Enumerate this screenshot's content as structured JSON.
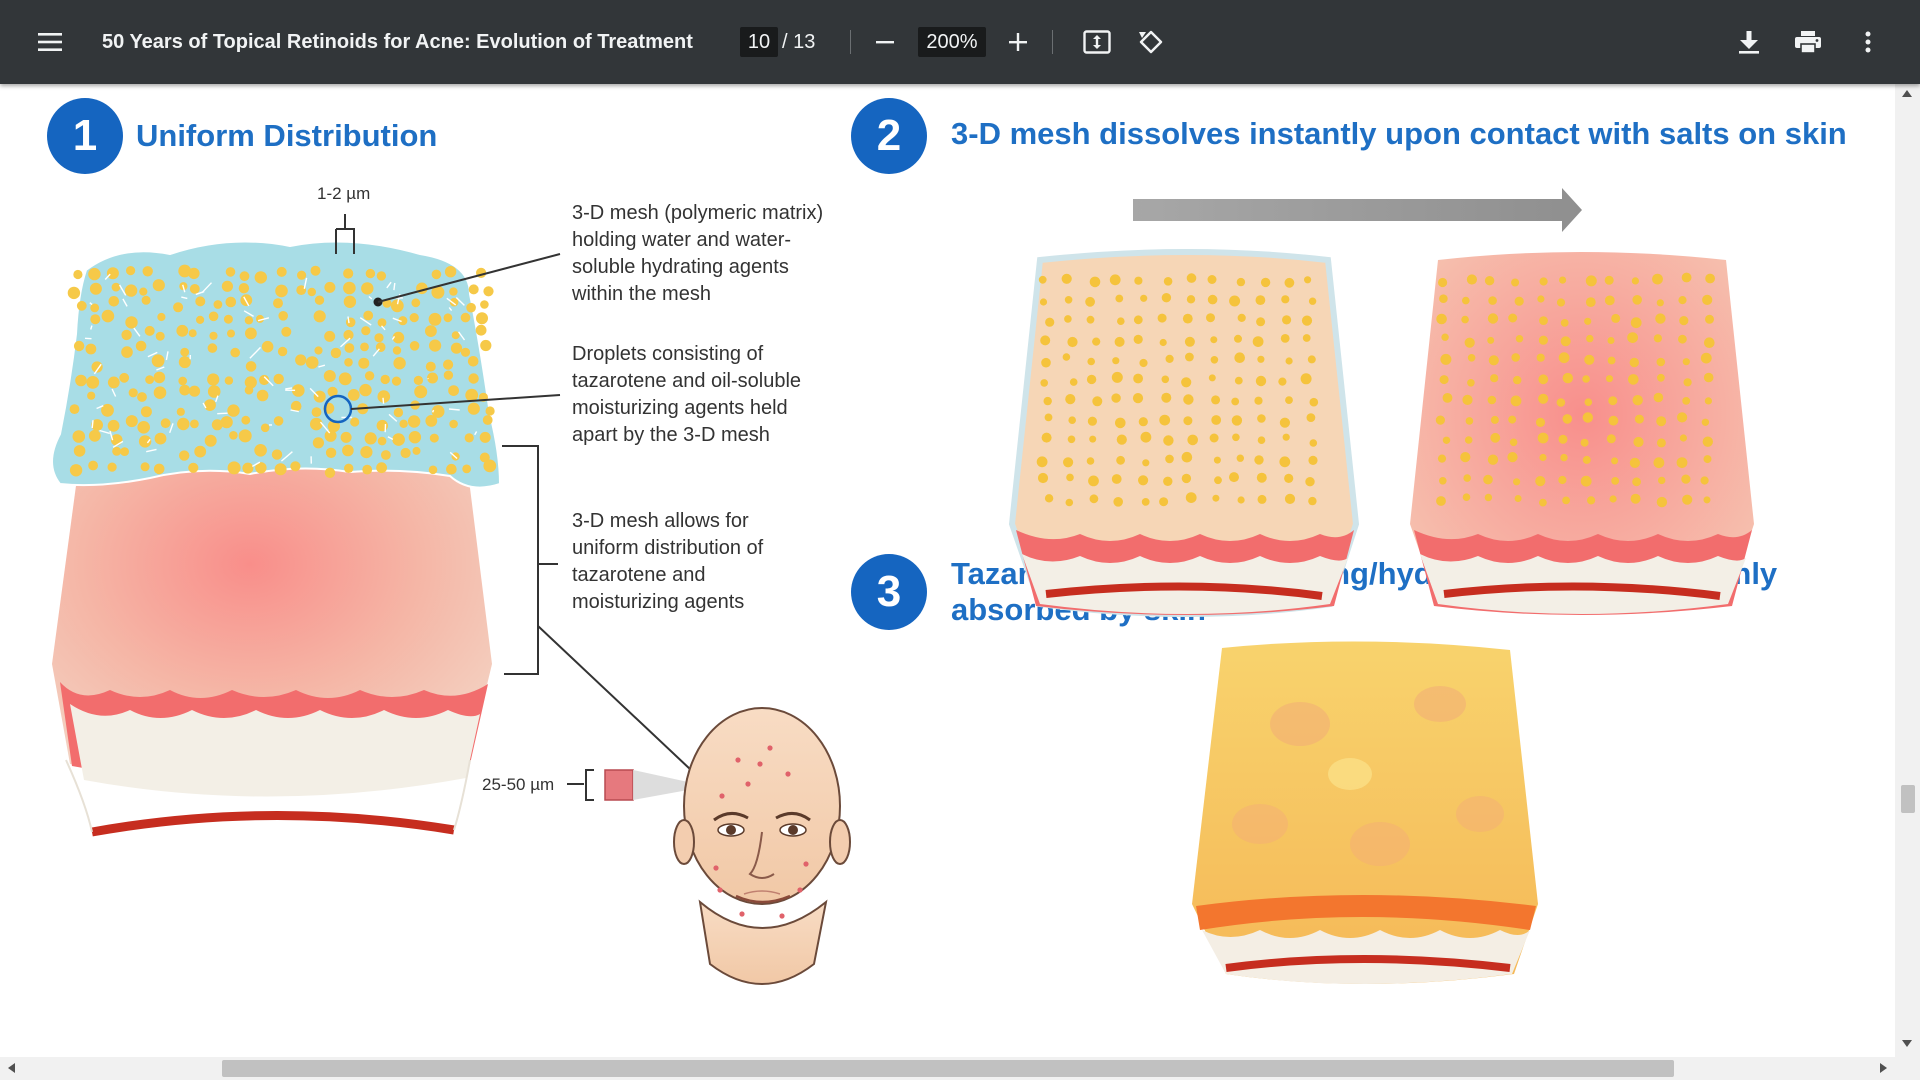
{
  "toolbar": {
    "menu_icon": "hamburger-menu-icon",
    "title": "50 Years of Topical Retinoids for Acne: Evolution of Treatment",
    "current_page": "10",
    "total_pages": "/ 13",
    "zoom": "200%",
    "zoom_out_icon": "minus-icon",
    "zoom_in_icon": "plus-icon",
    "fit_icon": "fit-to-page-icon",
    "rotate_icon": "rotate-icon",
    "download_icon": "download-icon",
    "print_icon": "print-icon",
    "more_icon": "more-vertical-icon"
  },
  "figure": {
    "step1": {
      "number": "1",
      "title": "Uniform Distribution"
    },
    "step2": {
      "number": "2",
      "title": "3-D mesh dissolves instantly upon contact with salts on skin"
    },
    "step3": {
      "number": "3",
      "title_line1": "Tazarotene and moisturizing/hydrating agents uniformly",
      "title_line2": "absorbed by skin"
    },
    "scale_top": "1-2 µm",
    "scale_bottom": "25-50 µm",
    "label_mesh": [
      "3-D mesh (polymeric matrix)",
      "holding water and water-",
      "soluble hydrating agents",
      "within the mesh"
    ],
    "label_droplets": [
      "Droplets consisting of",
      "tazarotene and oil-soluble",
      "moisturizing agents held",
      "apart by the 3-D mesh"
    ],
    "label_distribution": [
      "3-D mesh allows for",
      "uniform distribution of",
      "tazarotene and",
      "moisturizing agents"
    ]
  },
  "colors": {
    "toolbar_bg": "#323639",
    "step_blue": "#1565c0",
    "title_blue": "#1e6fc4",
    "mesh_blue": "#a8dde6",
    "droplet_yellow": "#f6c948",
    "skin_pink": "#f5b7a8",
    "dermis_red": "#c62d1f"
  }
}
